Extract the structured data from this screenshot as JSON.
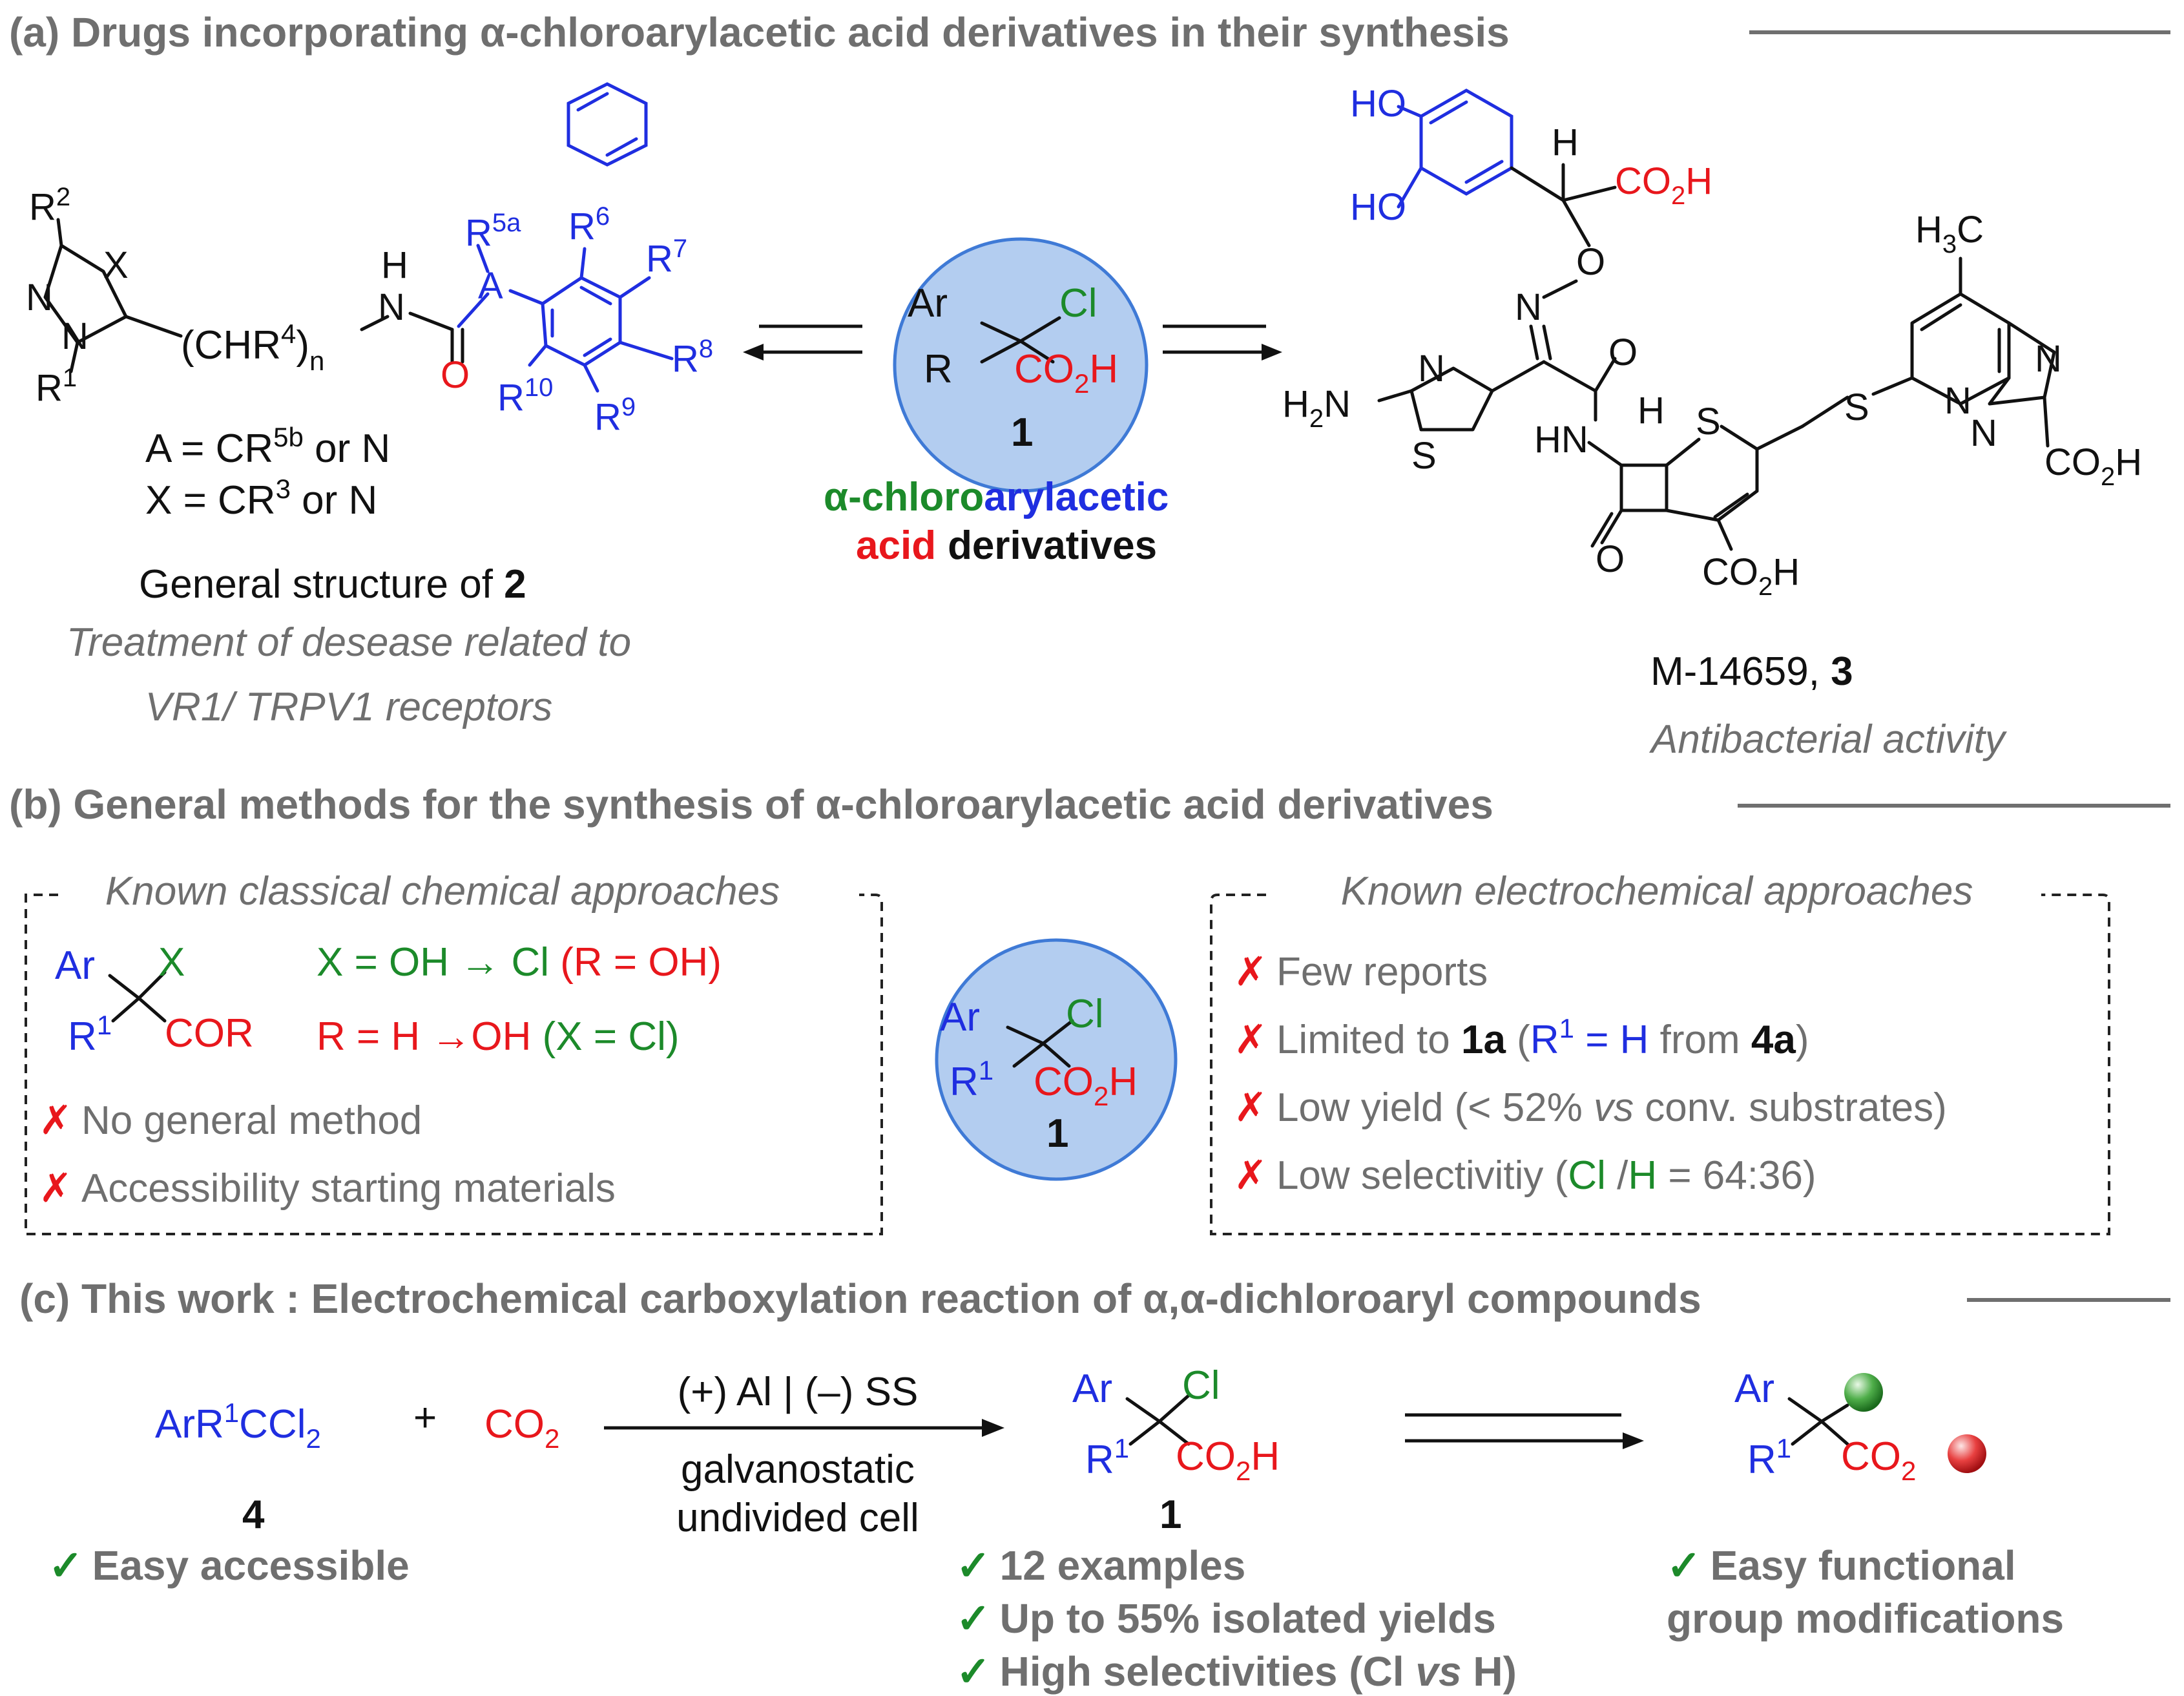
{
  "headers": {
    "a": "(a) Drugs incorporating α-chloroarylacetic acid derivatives in their synthesis",
    "b": "(b) General methods for the synthesis of α-chloroarylacetic acid derivatives",
    "c": "(c) This work : Electrochemical carboxylation reaction of α,α-dichloroaryl compounds"
  },
  "common": {
    "Ar": "Ar",
    "Cl": "Cl",
    "R": "R",
    "R1": "R",
    "sup1": "1",
    "CO": "CO",
    "sub2": "2",
    "H": "H",
    "label1": "1"
  },
  "panel_a": {
    "center_word1": "α-chloro",
    "center_word2": "arylacetic",
    "center_word3": "acid",
    "center_word4": "derivatives",
    "left_A_prefix": "A = CR",
    "left_A_sup": "5b",
    "left_A_suffix": " or N",
    "left_X_prefix": "X = CR",
    "left_X_sup": "3",
    "left_X_suffix": " or N",
    "left_caption_prefix": "General structure of ",
    "left_caption_bold": "2",
    "left_note_line1": "Treatment of desease related to",
    "left_note_line2": "VR1/ TRPV1 receptors",
    "right_caption_prefix": "M-14659, ",
    "right_caption_bold": "3",
    "right_note": "Antibacterial activity",
    "atoms": {
      "R2": "R",
      "R2sup": "2",
      "X": "X",
      "N": "N",
      "R1sup": "1",
      "chain": "(CHR",
      "chain_sup": "4",
      "chain_close": ")",
      "n": "n",
      "H": "H",
      "O": "O",
      "R5a": "R",
      "R5a_sup": "5a",
      "A": "A",
      "R6sup": "6",
      "R7sup": "7",
      "R8sup": "8",
      "R9sup": "9",
      "R10sup": "10",
      "HO": "HO",
      "S": "S",
      "H2N_H": "H",
      "H2N_2": "2",
      "H2N_N": "N",
      "HN": "HN",
      "H3C_H": "H",
      "H3C_3": "3",
      "H3C_C": "C"
    }
  },
  "panel_b": {
    "left_box_title": "Known classical chemical approaches",
    "right_box_title": "Known electrochemical approaches",
    "X": "X",
    "COR": "COR",
    "cond1_green1": "X = OH → Cl",
    "cond1_red": " (R = OH)",
    "cond2_red": "R = H →OH",
    "cond2_green": " (X = Cl)",
    "cross": "✗",
    "left_items": [
      "No general method",
      "Accessibility starting materials"
    ],
    "right_item1": "Few reports",
    "right_item2_a": "Limited to ",
    "right_item2_b": "1a",
    "right_item2_c": " (",
    "right_item2_d": "R",
    "right_item2_sup": "1",
    "right_item2_e": " = H",
    "right_item2_f": " from ",
    "right_item2_g": "4a",
    "right_item2_h": ")",
    "right_item3_a": "Low yield (< 52% ",
    "right_item3_b": "vs",
    "right_item3_c": " conv. substrates)",
    "right_item4_a": "Low selectivitiy (",
    "right_item4_b": "Cl",
    "right_item4_c": " /",
    "right_item4_d": "H",
    "right_item4_e": " = 64:36)"
  },
  "panel_c": {
    "reagent_ArR": "ArR",
    "reagent_sup": "1",
    "reagent_C": "CCl",
    "plus": "+",
    "CO2": "CO",
    "arrow_top": "(+) Al | (–) SS",
    "arrow_bottom1": "galvanostatic",
    "arrow_bottom2": "undivided cell",
    "label4": "4",
    "check": "✓",
    "left_check": "Easy accessible",
    "mid_checks_1": "12 examples",
    "mid_checks_2": "Up to 55% isolated yields",
    "mid_checks_3a": "High selectivities (Cl ",
    "mid_checks_3b": "vs",
    "mid_checks_3c": " H)",
    "right_check1": "Easy functional",
    "right_check2": "group modifications"
  },
  "colors": {
    "header": "#6f6f6f",
    "blue": "#1f2ee0",
    "red": "#e8171c",
    "green": "#1c8a2a",
    "circle_fill": "#b3cdf0",
    "circle_stroke": "#3f7ad6"
  }
}
